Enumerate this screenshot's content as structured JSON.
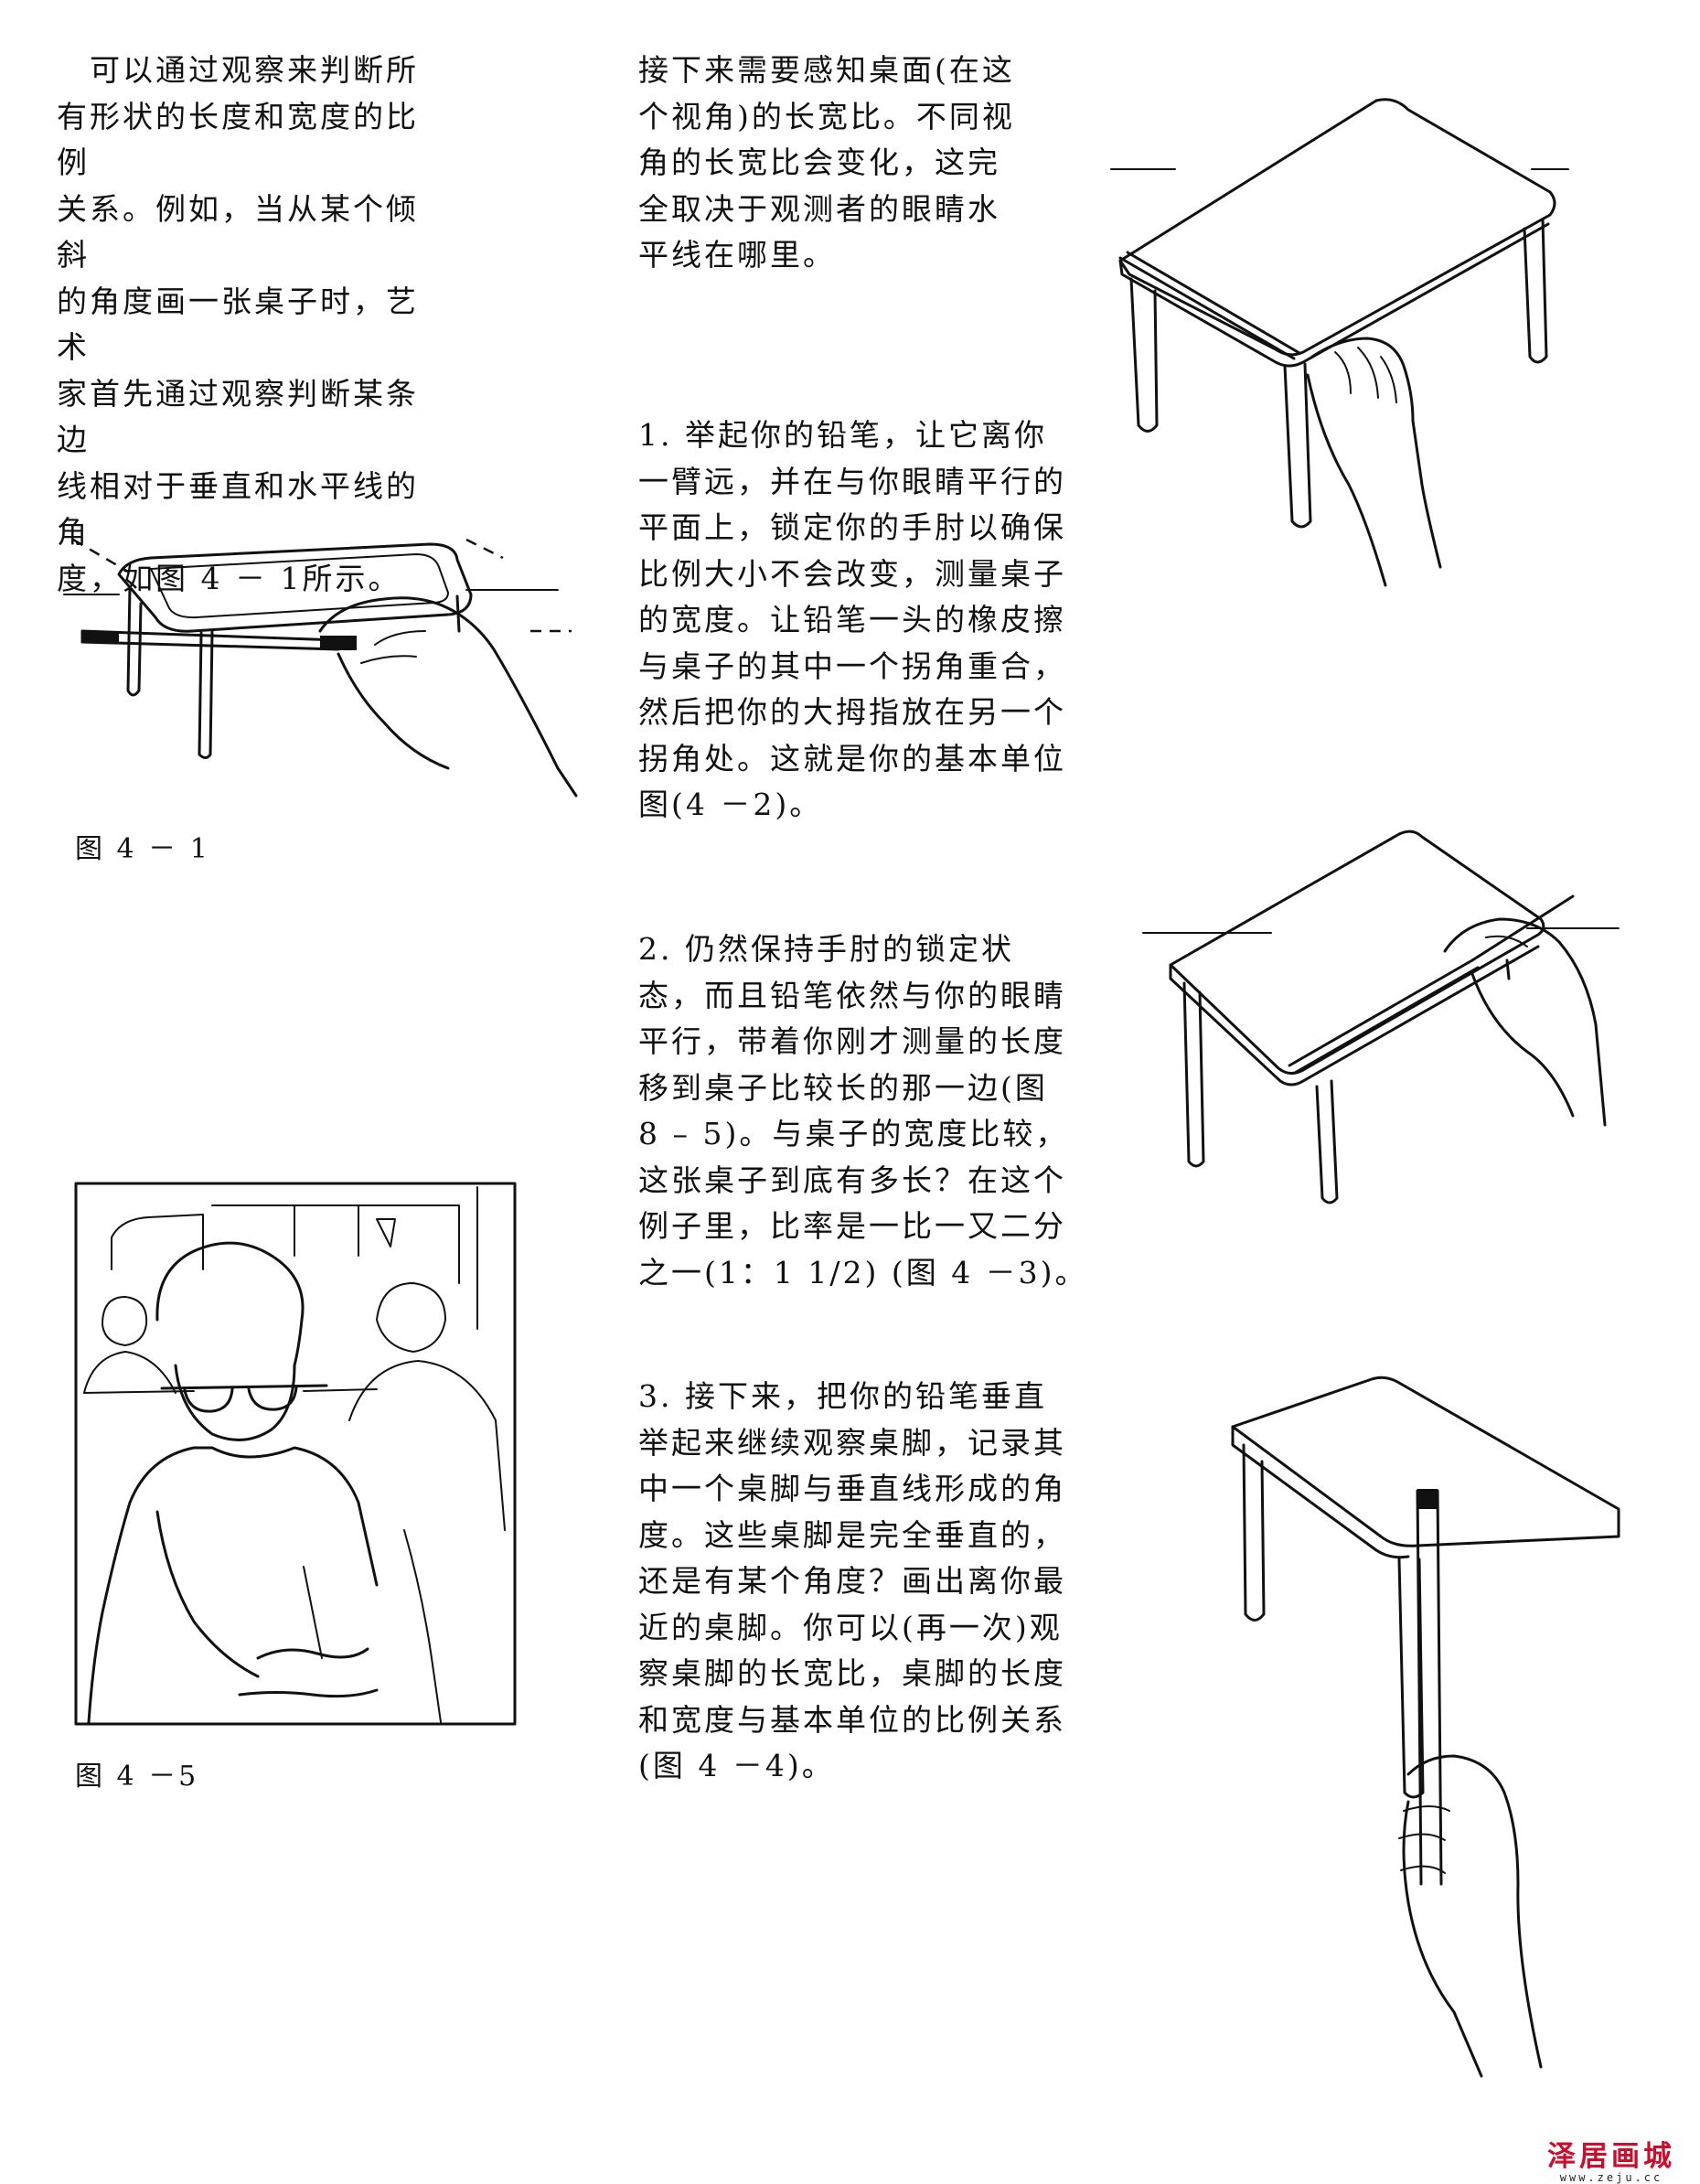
{
  "page": {
    "intro_paragraph": "　可以通过观察来判断所\n有形状的长度和宽度的比例\n关系。例如，当从某个倾斜\n的角度画一张桌子时，艺术\n家首先通过观察判断某条边\n线相对于垂直和水平线的角\n度，如图 4 － 1所示。",
    "aspect_paragraph": "接下来需要感知桌面(在这\n个视角)的长宽比。不同视\n角的长宽比会变化，这完\n全取决于观测者的眼睛水\n平线在哪里。",
    "step1": "1. 举起你的铅笔，让它离你\n一臂远，并在与你眼睛平行的\n平面上，锁定你的手肘以确保\n比例大小不会改变，测量桌子\n的宽度。让铅笔一头的橡皮擦\n与桌子的其中一个拐角重合，\n然后把你的大拇指放在另一个\n拐角处。这就是你的基本单位\n图(4 －2)。",
    "step2": "2. 仍然保持手肘的锁定状\n态，而且铅笔依然与你的眼睛\n平行，带着你刚才测量的长度\n移到桌子比较长的那一边(图\n8 – 5)。与桌子的宽度比较，\n这张桌子到底有多长？在这个\n例子里，比率是一比一又二分\n之一(1：1 1/2) (图 4 －3)。",
    "step3": "3. 接下来，把你的铅笔垂直\n举起来继续观察桌脚，记录其\n中一个桌脚与垂直线形成的角\n度。这些桌脚是完全垂直的，\n还是有某个角度？画出离你最\n近的桌脚。你可以(再一次)观\n察桌脚的长宽比，桌脚的长度\n和宽度与基本单位的比例关系\n (图 4 －4)。",
    "caption_fig1": "图 4 － 1",
    "caption_fig5": "图 4 －5"
  },
  "watermark": {
    "text": "泽居画城",
    "url": "www.zeju.cc",
    "color": "#c8102e"
  }
}
